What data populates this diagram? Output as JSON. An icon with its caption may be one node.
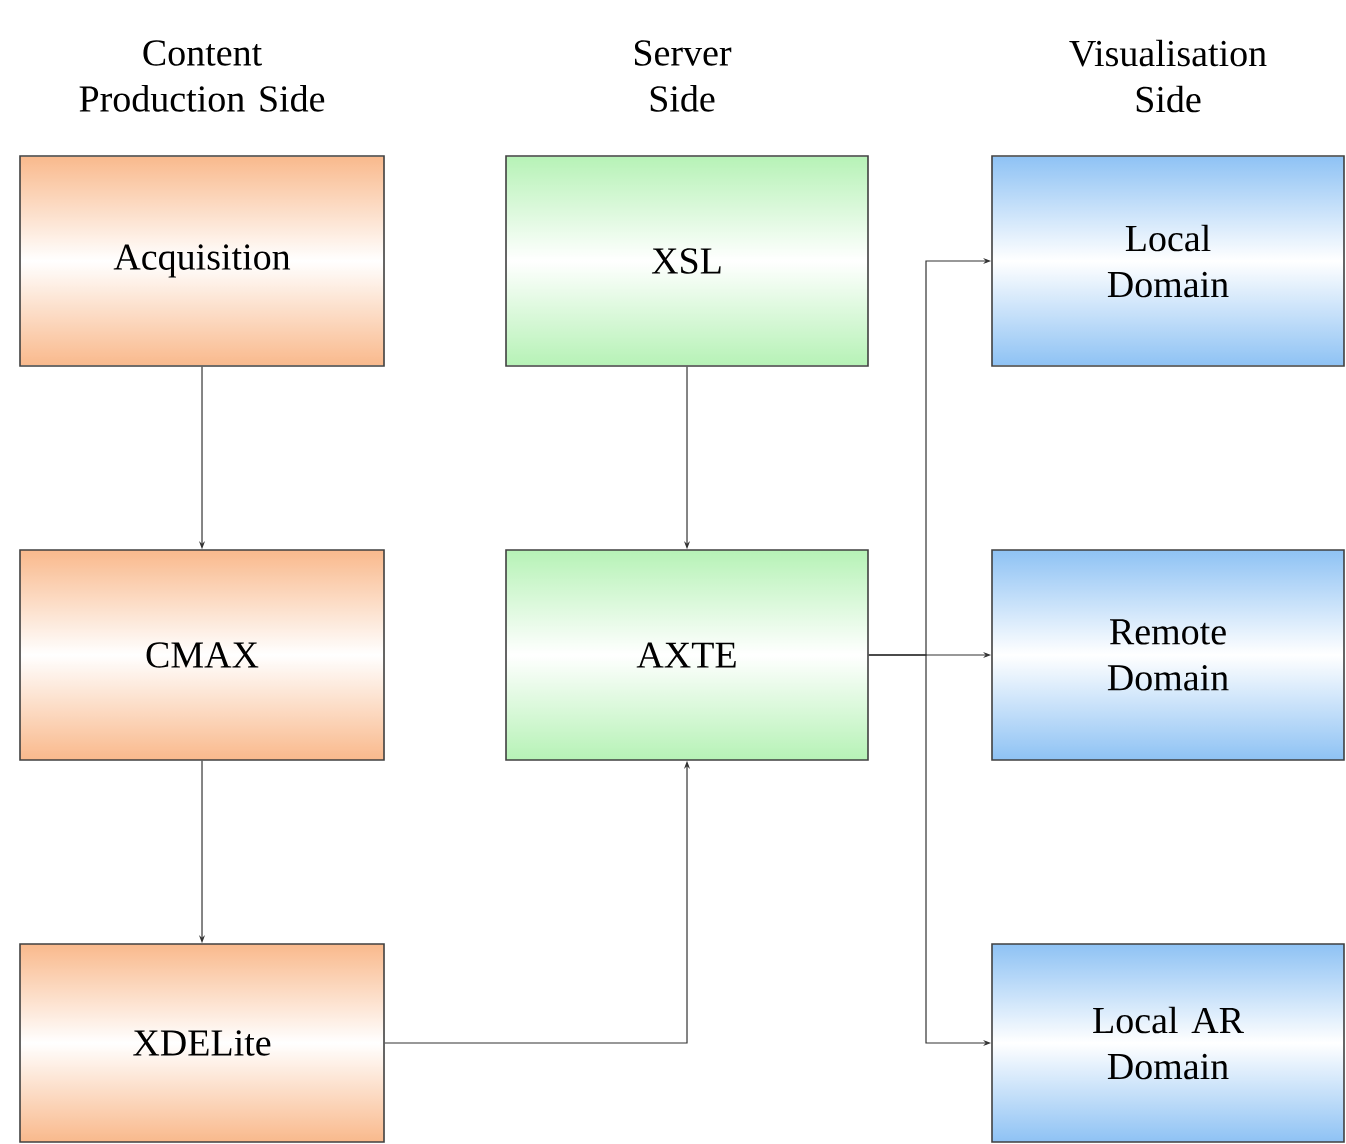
{
  "diagram": {
    "nodes": [
      {
        "text": [
          "Acquisition"
        ]
      },
      {
        "text": [
          "XSL"
        ]
      },
      {
        "text": [
          "Local Domain"
        ]
      },
      {
        "text": [
          "CMAX"
        ]
      },
      {
        "text": [
          "AXTE"
        ]
      },
      {
        "text": [
          "Remote Domain"
        ]
      },
      {
        "text": [
          "XDELite"
        ]
      },
      {
        "text": [
          "Local AR Domain"
        ]
      }
    ],
    "edges": [
      {
        "from": 0,
        "to": 3,
        "arrow": "to"
      },
      {
        "from": 3,
        "to": 6,
        "arrow": "to"
      },
      {
        "from": 1,
        "to": 4,
        "arrow": "to"
      },
      {
        "from": 6,
        "to": 4,
        "arrow": "to"
      },
      {
        "from": 4,
        "to": 2,
        "arrow": "to"
      },
      {
        "from": 4,
        "to": 5,
        "arrow": "to"
      },
      {
        "from": 4,
        "to": 7,
        "arrow": "to"
      }
    ],
    "labels": [
      "Content Production Side",
      "Server Side",
      "Visualisation Side"
    ]
  }
}
